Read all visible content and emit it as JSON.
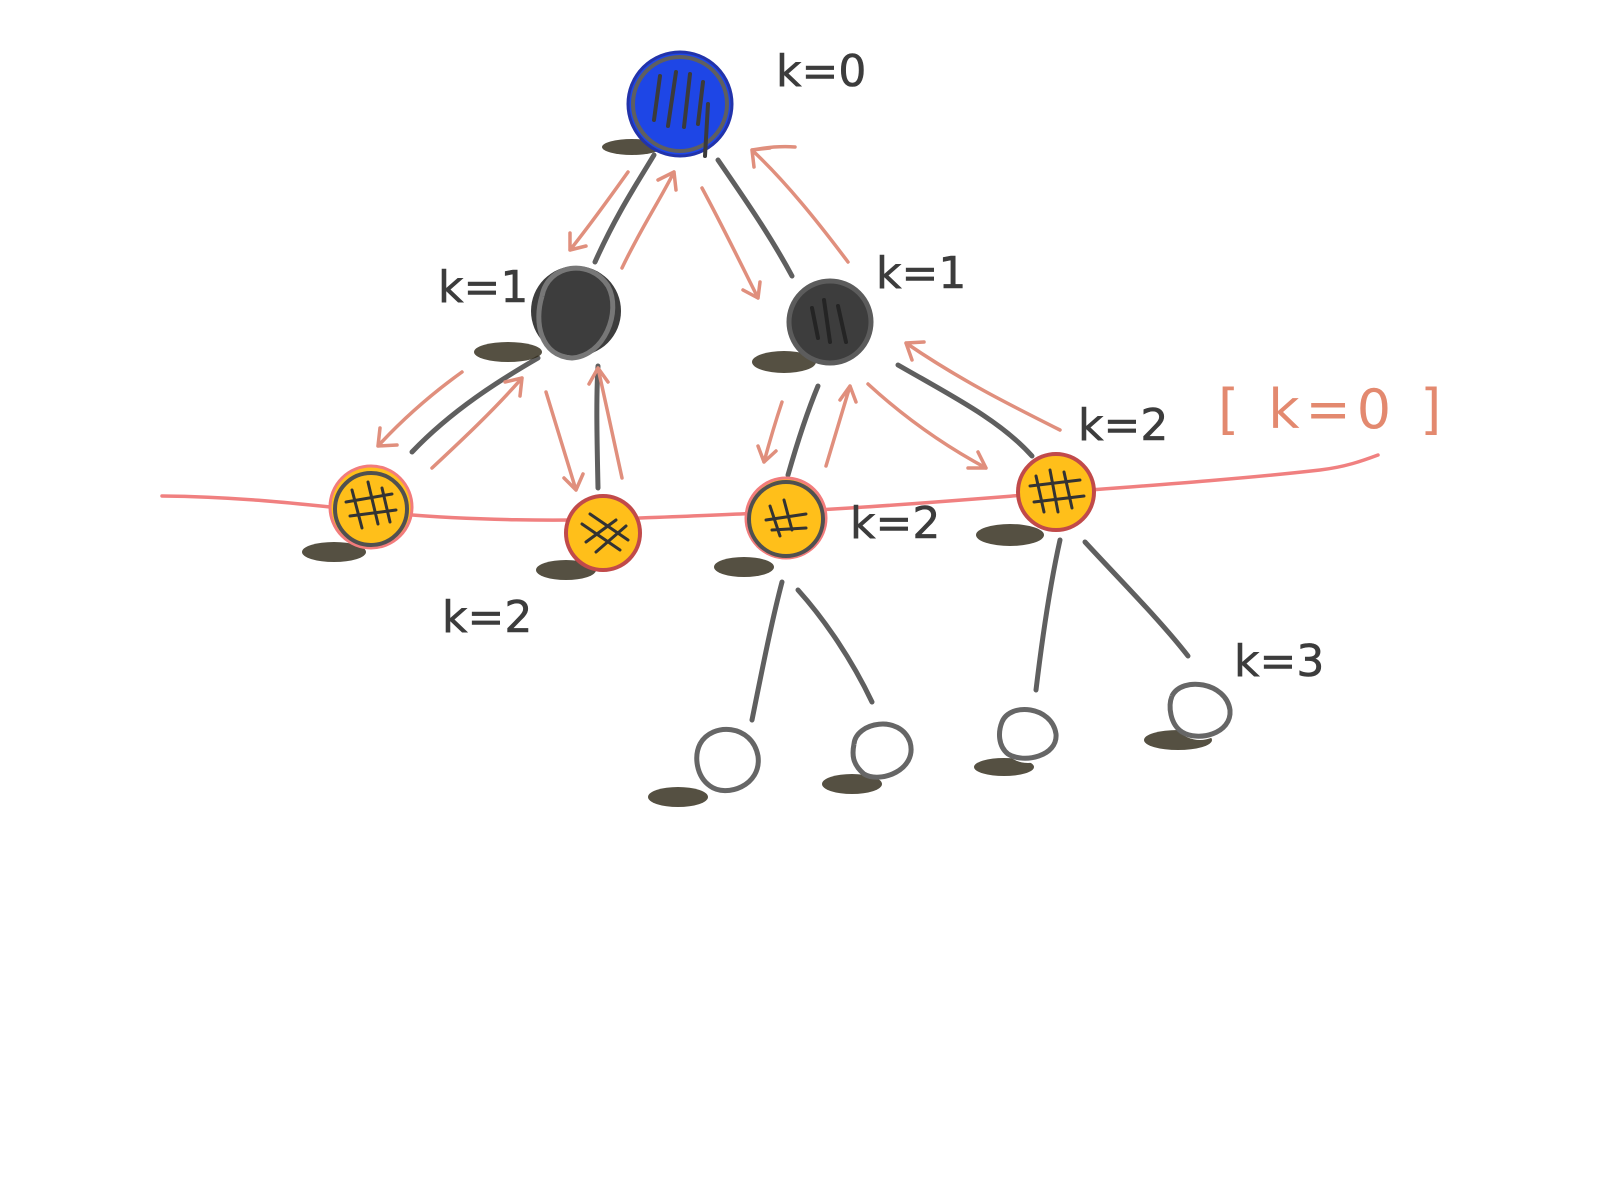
{
  "colors": {
    "root": "#1e46e6",
    "internal": "#3d3d3d",
    "frontier": "#ffbf1a",
    "leaf": "#ffffff",
    "pencil": "#5f5f5f",
    "arrow": "#e08f7d",
    "cut_line": "#f08080",
    "accent_label": "#e3896f"
  },
  "labels": {
    "root_depth": "k=0",
    "left_mid_depth": "k=1",
    "right_mid_depth": "k=1",
    "frontier_right_depth": "k=2",
    "frontier_mid_depth": "k=2",
    "frontier_left_depth": "k=2",
    "leaf_depth": "k=3",
    "cut_annotation": "[ k=0 ]"
  },
  "nodes": [
    {
      "id": "root",
      "kind": "root"
    },
    {
      "id": "left-mid",
      "kind": "internal"
    },
    {
      "id": "right-mid",
      "kind": "internal"
    },
    {
      "id": "frontier-1",
      "kind": "frontier"
    },
    {
      "id": "frontier-2",
      "kind": "frontier"
    },
    {
      "id": "frontier-3",
      "kind": "frontier"
    },
    {
      "id": "frontier-4",
      "kind": "frontier"
    },
    {
      "id": "leaf-1",
      "kind": "leaf"
    },
    {
      "id": "leaf-2",
      "kind": "leaf"
    },
    {
      "id": "leaf-3",
      "kind": "leaf"
    },
    {
      "id": "leaf-4",
      "kind": "leaf"
    }
  ],
  "edges": [
    {
      "from": "root",
      "to": "left-mid"
    },
    {
      "from": "root",
      "to": "right-mid"
    },
    {
      "from": "left-mid",
      "to": "frontier-1"
    },
    {
      "from": "left-mid",
      "to": "frontier-2"
    },
    {
      "from": "right-mid",
      "to": "frontier-3"
    },
    {
      "from": "right-mid",
      "to": "frontier-4"
    },
    {
      "from": "frontier-3",
      "to": "leaf-1"
    },
    {
      "from": "frontier-3",
      "to": "leaf-2"
    },
    {
      "from": "frontier-4",
      "to": "leaf-3"
    },
    {
      "from": "frontier-4",
      "to": "leaf-4"
    }
  ]
}
